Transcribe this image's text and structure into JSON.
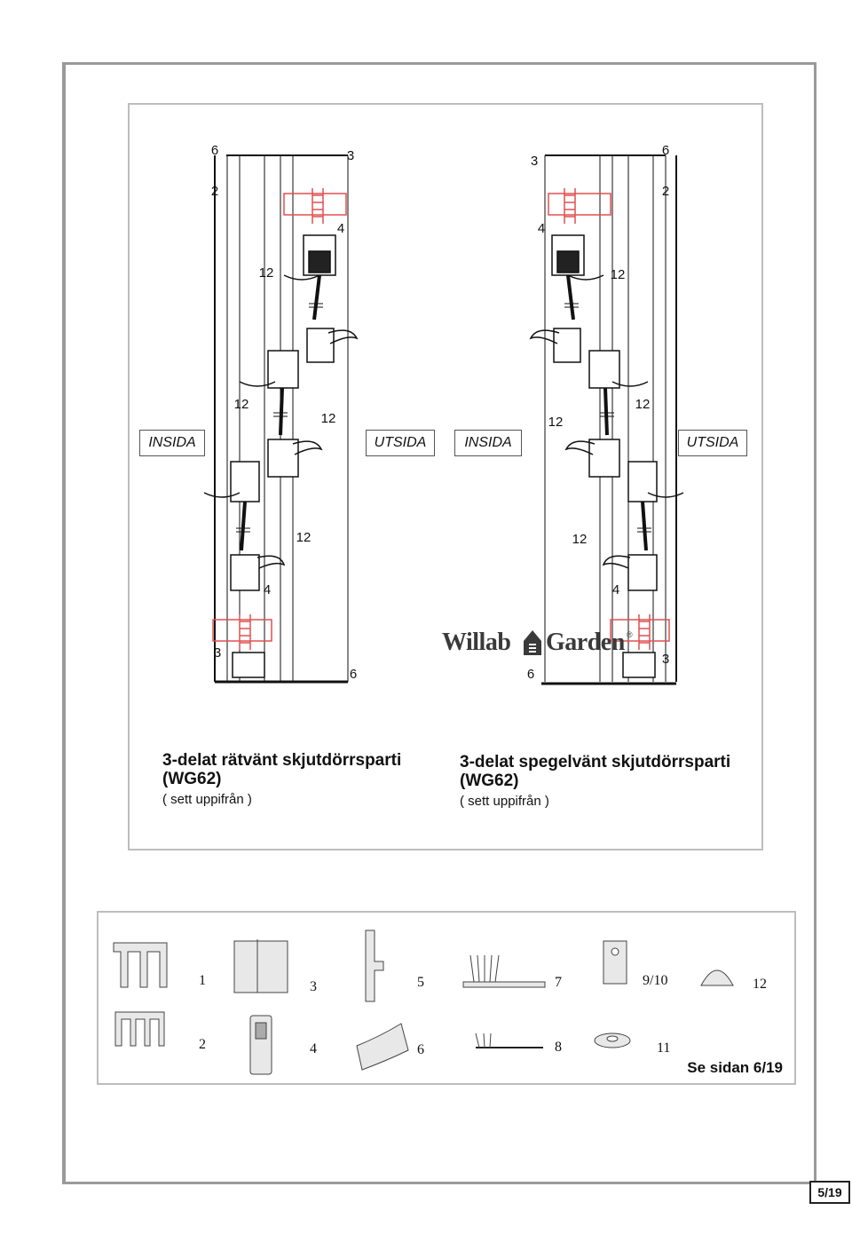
{
  "left_diagram": {
    "inside_label": "INSIDA",
    "outside_label": "UTSIDA",
    "numbers": {
      "top_6": "6",
      "top_3": "3",
      "top_2": "2",
      "top_4": "4",
      "n12_a": "12",
      "n12_b": "12",
      "n12_c": "12",
      "n12_d": "12",
      "bottom_4": "4",
      "bottom_3": "3",
      "bottom_6": "6"
    },
    "caption_title": "3-delat rätvänt skjutdörrsparti (WG62)",
    "caption_sub": "( sett uppifrån )"
  },
  "right_diagram": {
    "inside_label": "INSIDA",
    "outside_label": "UTSIDA",
    "numbers": {
      "top_3": "3",
      "top_6": "6",
      "top_2": "2",
      "top_4": "4",
      "n12_a": "12",
      "n12_b": "12",
      "n12_c": "12",
      "n12_d": "12",
      "bottom_4": "4",
      "bottom_6": "6",
      "bottom_3": "3"
    },
    "caption_title": "3-delat spegelvänt skjutdörrsparti (WG62)",
    "caption_sub": "( sett uppifrån )"
  },
  "logo": {
    "text_left": "Willab",
    "text_right": "Garden",
    "registered": "®"
  },
  "parts": {
    "p1": "1",
    "p2": "2",
    "p3": "3",
    "p4": "4",
    "p5": "5",
    "p6": "6",
    "p7": "7",
    "p8": "8",
    "p9_10": "9/10",
    "p11": "11",
    "p12": "12",
    "see_page": "Se sidan 6/19"
  },
  "page_number": "5/19",
  "colors": {
    "frame": "#9a9a9a",
    "profile": "#111111",
    "highlight": "#e05050",
    "logo": "#3a3a3a"
  }
}
